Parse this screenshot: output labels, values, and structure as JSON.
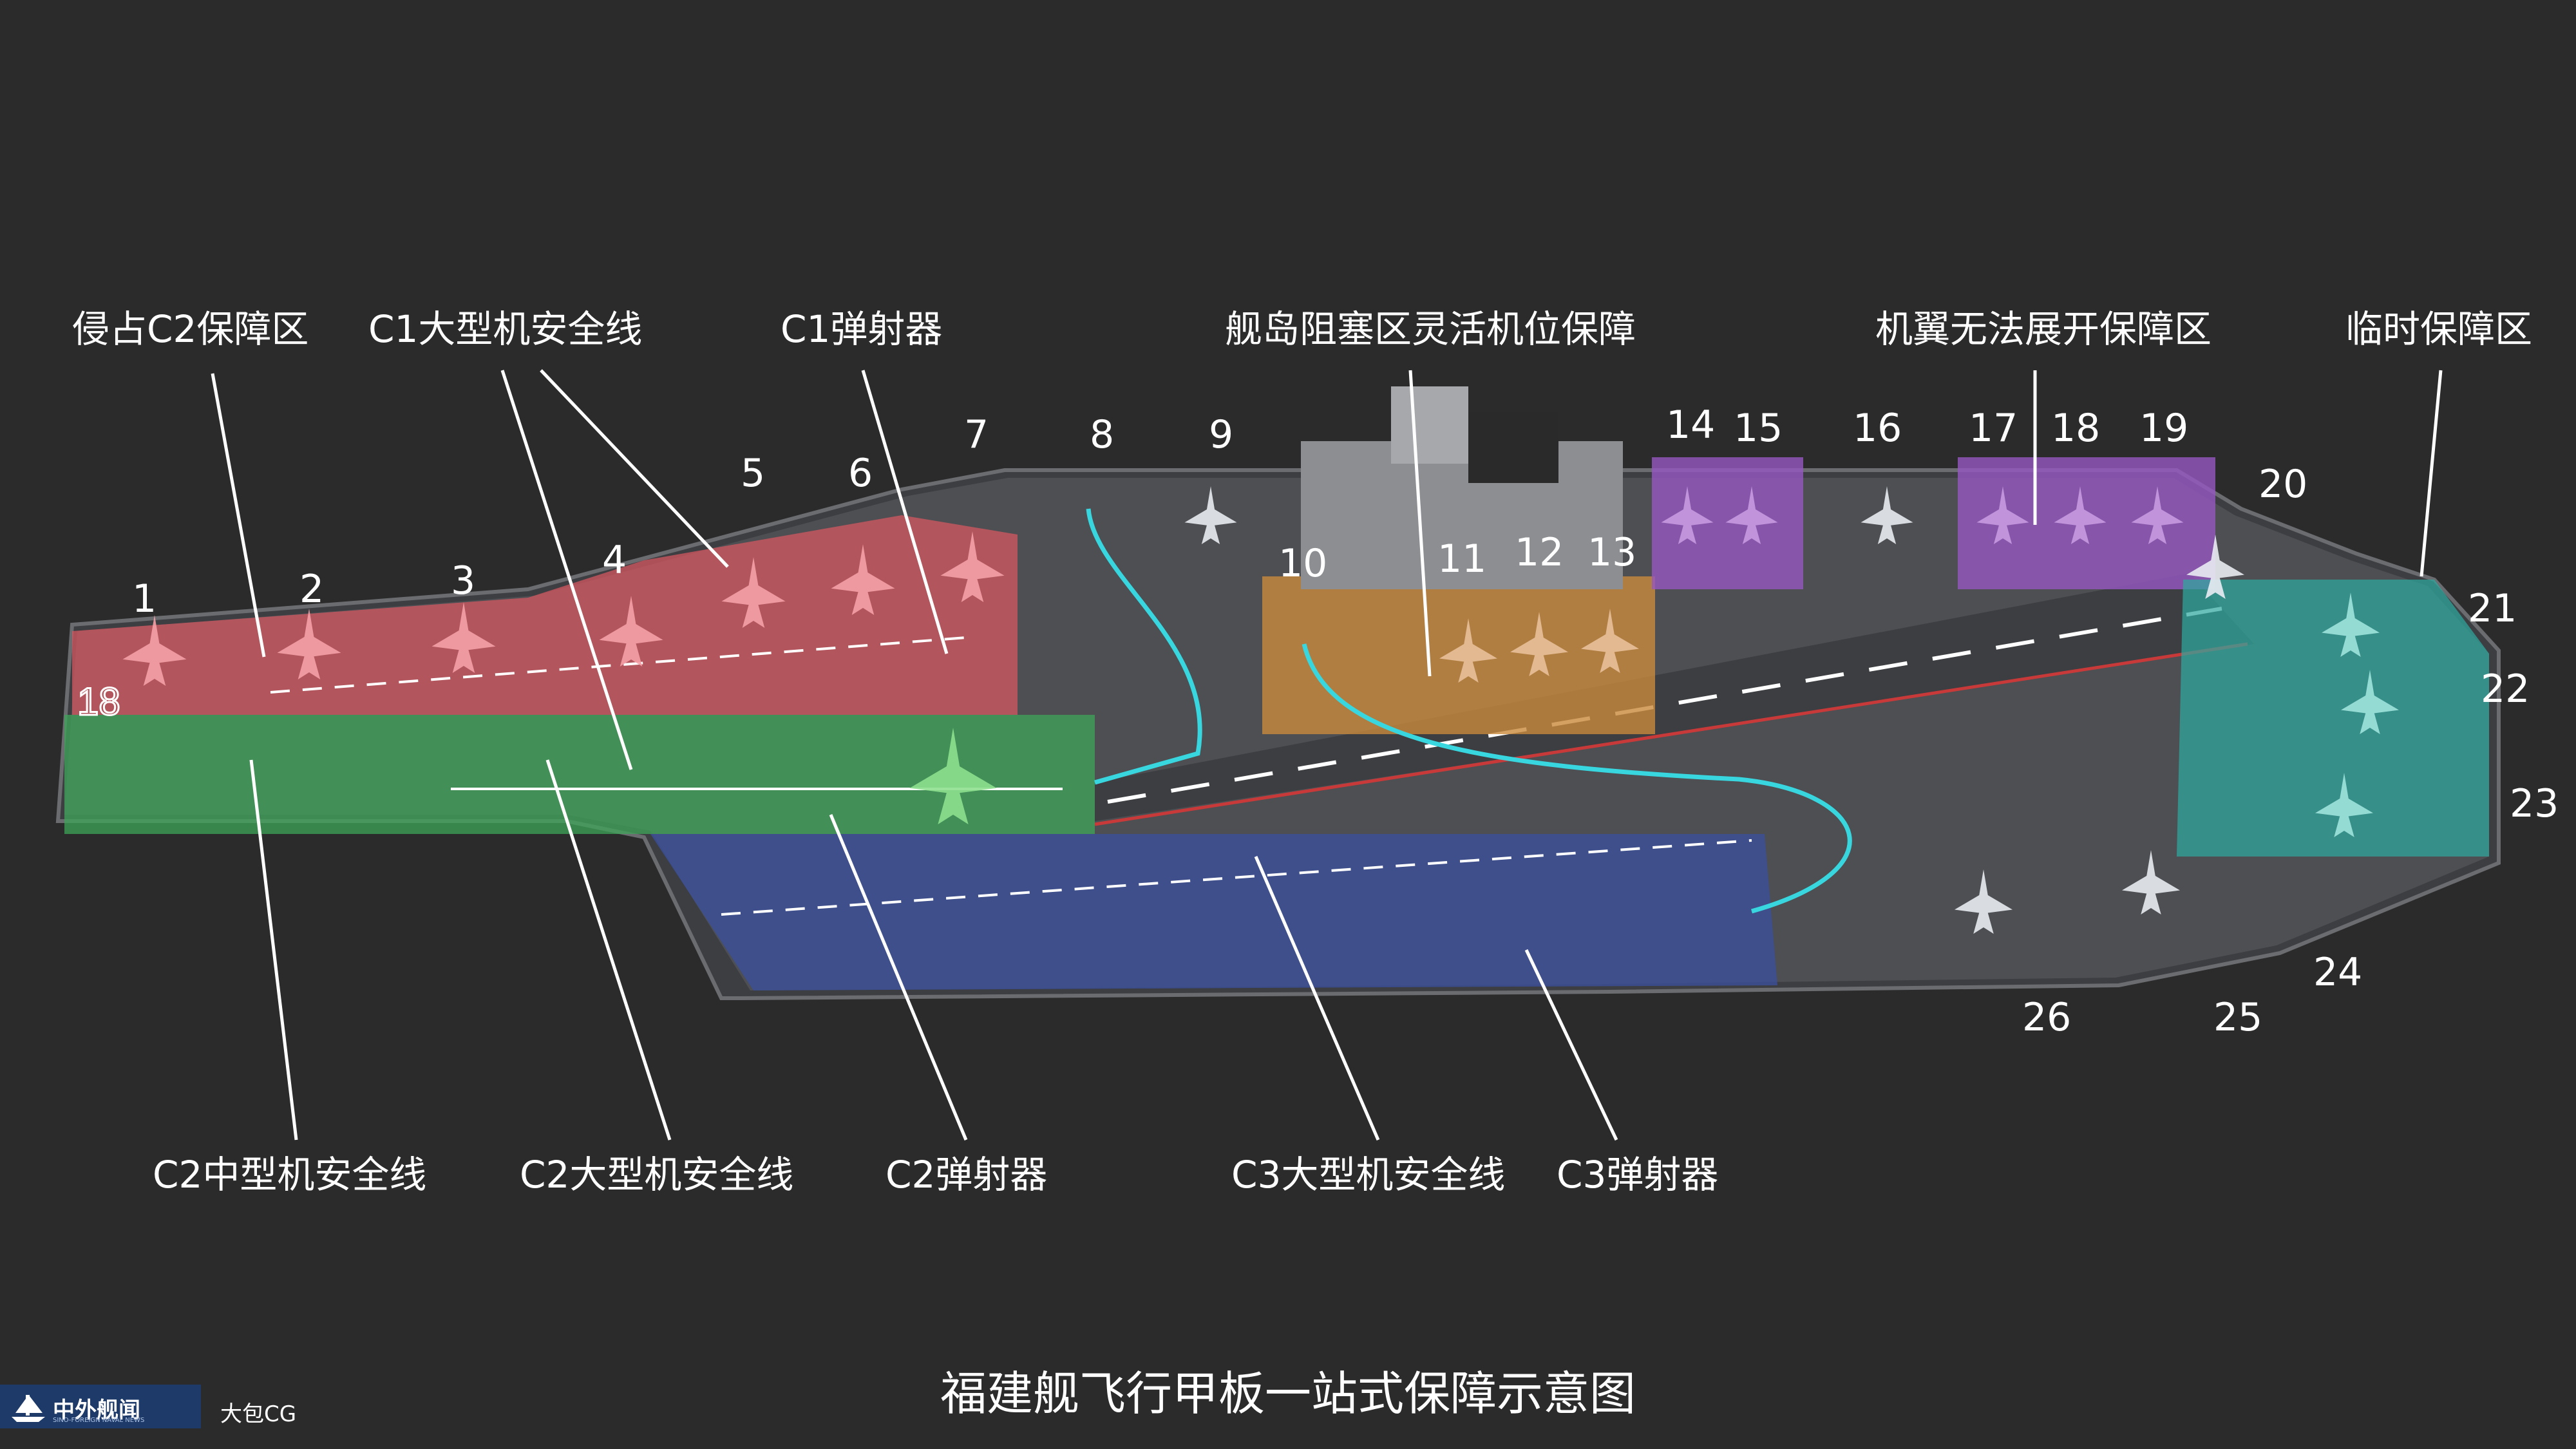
{
  "colors": {
    "background": "#2b2b2b",
    "deck": "#4a4c50",
    "red_zone": "#d9575f",
    "green_zone": "#3fa55a",
    "blue_zone": "#3b4f9a",
    "orange_zone": "#c98a3c",
    "purple_zone": "#9657c2",
    "teal_zone": "#2fa8a0",
    "route_line": "#38d7e0",
    "text": "#ffffff"
  },
  "labels": {
    "c2_encroach": "侵占C2保障区",
    "c1_large_safety": "C1大型机安全线",
    "c1_catapult": "C1弹射器",
    "island_flex": "舰岛阻塞区灵活机位保障",
    "wing_fold": "机翼无法展开保障区",
    "temp_zone": "临时保障区",
    "c2_medium_safety": "C2中型机安全线",
    "c2_large_safety": "C2大型机安全线",
    "c2_catapult": "C2弹射器",
    "c3_large_safety": "C3大型机安全线",
    "c3_catapult": "C3弹射器"
  },
  "spots": [
    "1",
    "2",
    "3",
    "4",
    "5",
    "6",
    "7",
    "8",
    "9",
    "10",
    "11",
    "12",
    "13",
    "14",
    "15",
    "16",
    "17",
    "18",
    "19",
    "20",
    "21",
    "22",
    "23",
    "24",
    "25",
    "26"
  ],
  "hull_number": "18",
  "caption": "福建舰飞行甲板一站式保障示意图",
  "logo": {
    "name": "中外舰闻",
    "sub": "SINO-FOREIGN NAVAL NEWS"
  },
  "credit": "大包CG"
}
